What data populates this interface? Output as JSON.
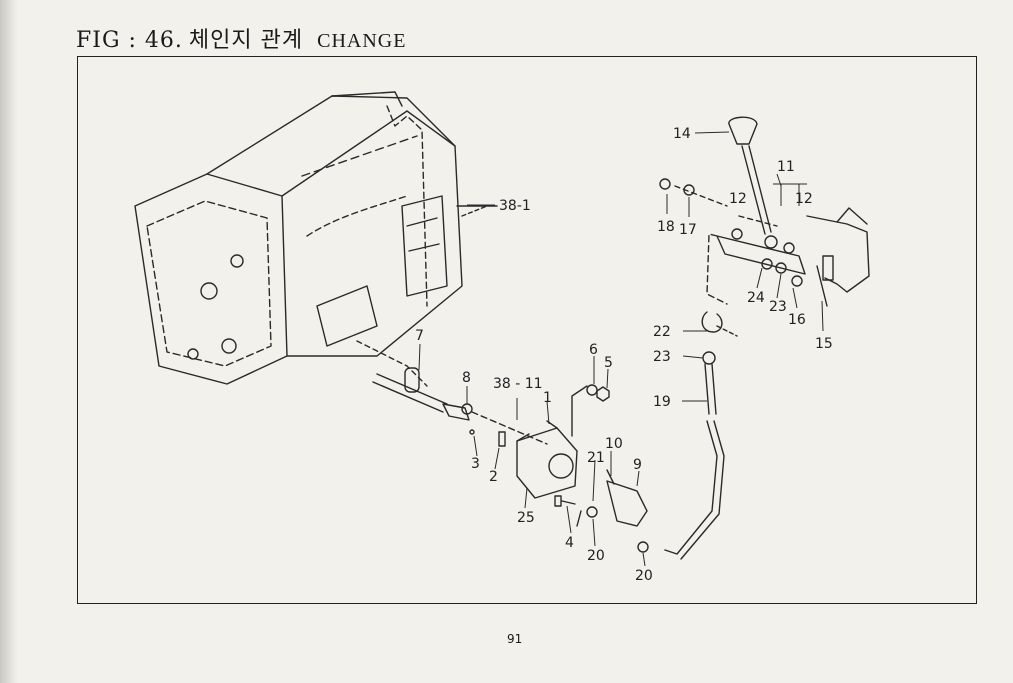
{
  "title": {
    "fig": "FIG : 46.",
    "korean": "체인지 관계",
    "english": "CHANGE"
  },
  "page_number": "91",
  "part_labels": [
    "14",
    "11",
    "12",
    "12",
    "18",
    "17",
    "38-1",
    "24",
    "23",
    "16",
    "15",
    "22",
    "23",
    "19",
    "7",
    "6",
    "5",
    "8",
    "38 - 11",
    "1",
    "3",
    "2",
    "10",
    "21",
    "9",
    "25",
    "4",
    "20",
    "20"
  ]
}
